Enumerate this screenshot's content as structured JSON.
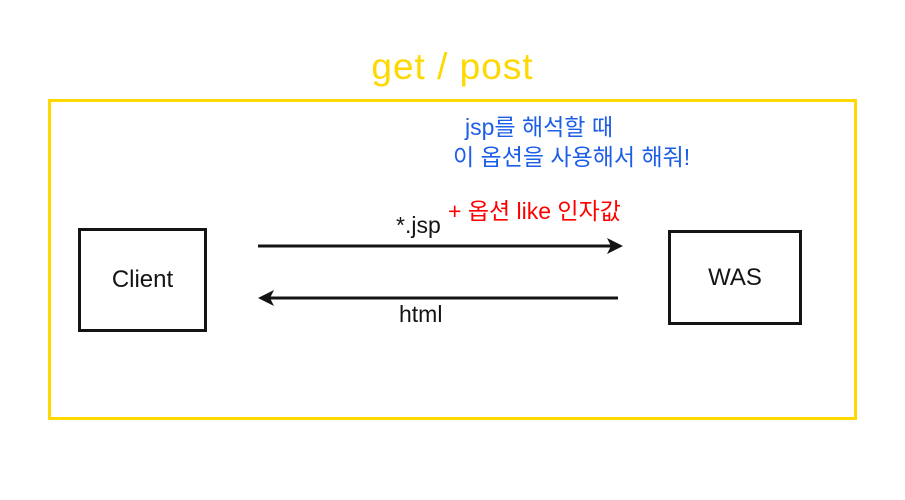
{
  "title": "get / post",
  "colors": {
    "accent_yellow": "#FFD800",
    "note_blue": "#1D5DE8",
    "note_red": "#FF0000",
    "line_black": "#141414"
  },
  "blue_note": {
    "line1": "jsp를 해석할 때",
    "line2": "이 옵션을 사용해서 해줘!"
  },
  "red_note": "+ 옵션 like 인자값",
  "nodes": {
    "client": "Client",
    "was": "WAS"
  },
  "arrows": {
    "request_label": "*.jsp",
    "response_label": "html",
    "request_direction": "client-to-was",
    "response_direction": "was-to-client"
  }
}
